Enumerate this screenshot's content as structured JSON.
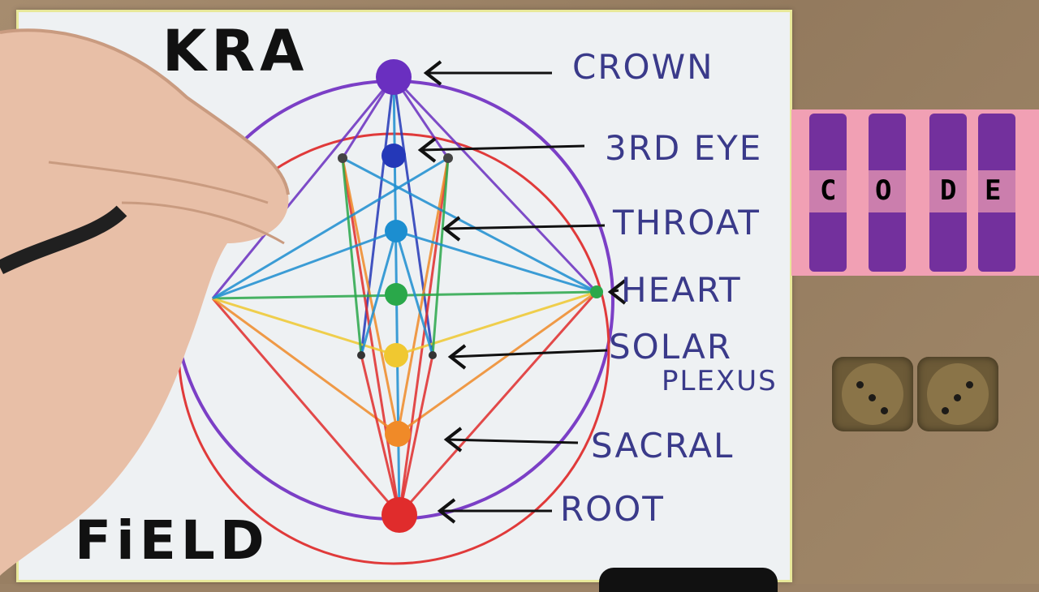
{
  "paper": {
    "title_top": "KRA",
    "title_bottom": "FiELD"
  },
  "labels": {
    "crown": "CROWN",
    "third_eye": "3RD EYE",
    "throat": "THROAT",
    "heart": "HEART",
    "solar_line1": "SOLAR",
    "solar_line2": "PLEXUS",
    "sacral": "SACRAL",
    "root": "ROOT"
  },
  "code_card": {
    "letters": [
      "C",
      "O",
      "D",
      "E"
    ]
  },
  "colors": {
    "crown": "#6a2fc0",
    "third_eye": "#2438b8",
    "throat": "#1c8ed0",
    "heart": "#2aa84a",
    "solar_plexus": "#f0c830",
    "sacral": "#f08a28",
    "root": "#e02c2c",
    "label_text": "#3a3a8a"
  }
}
